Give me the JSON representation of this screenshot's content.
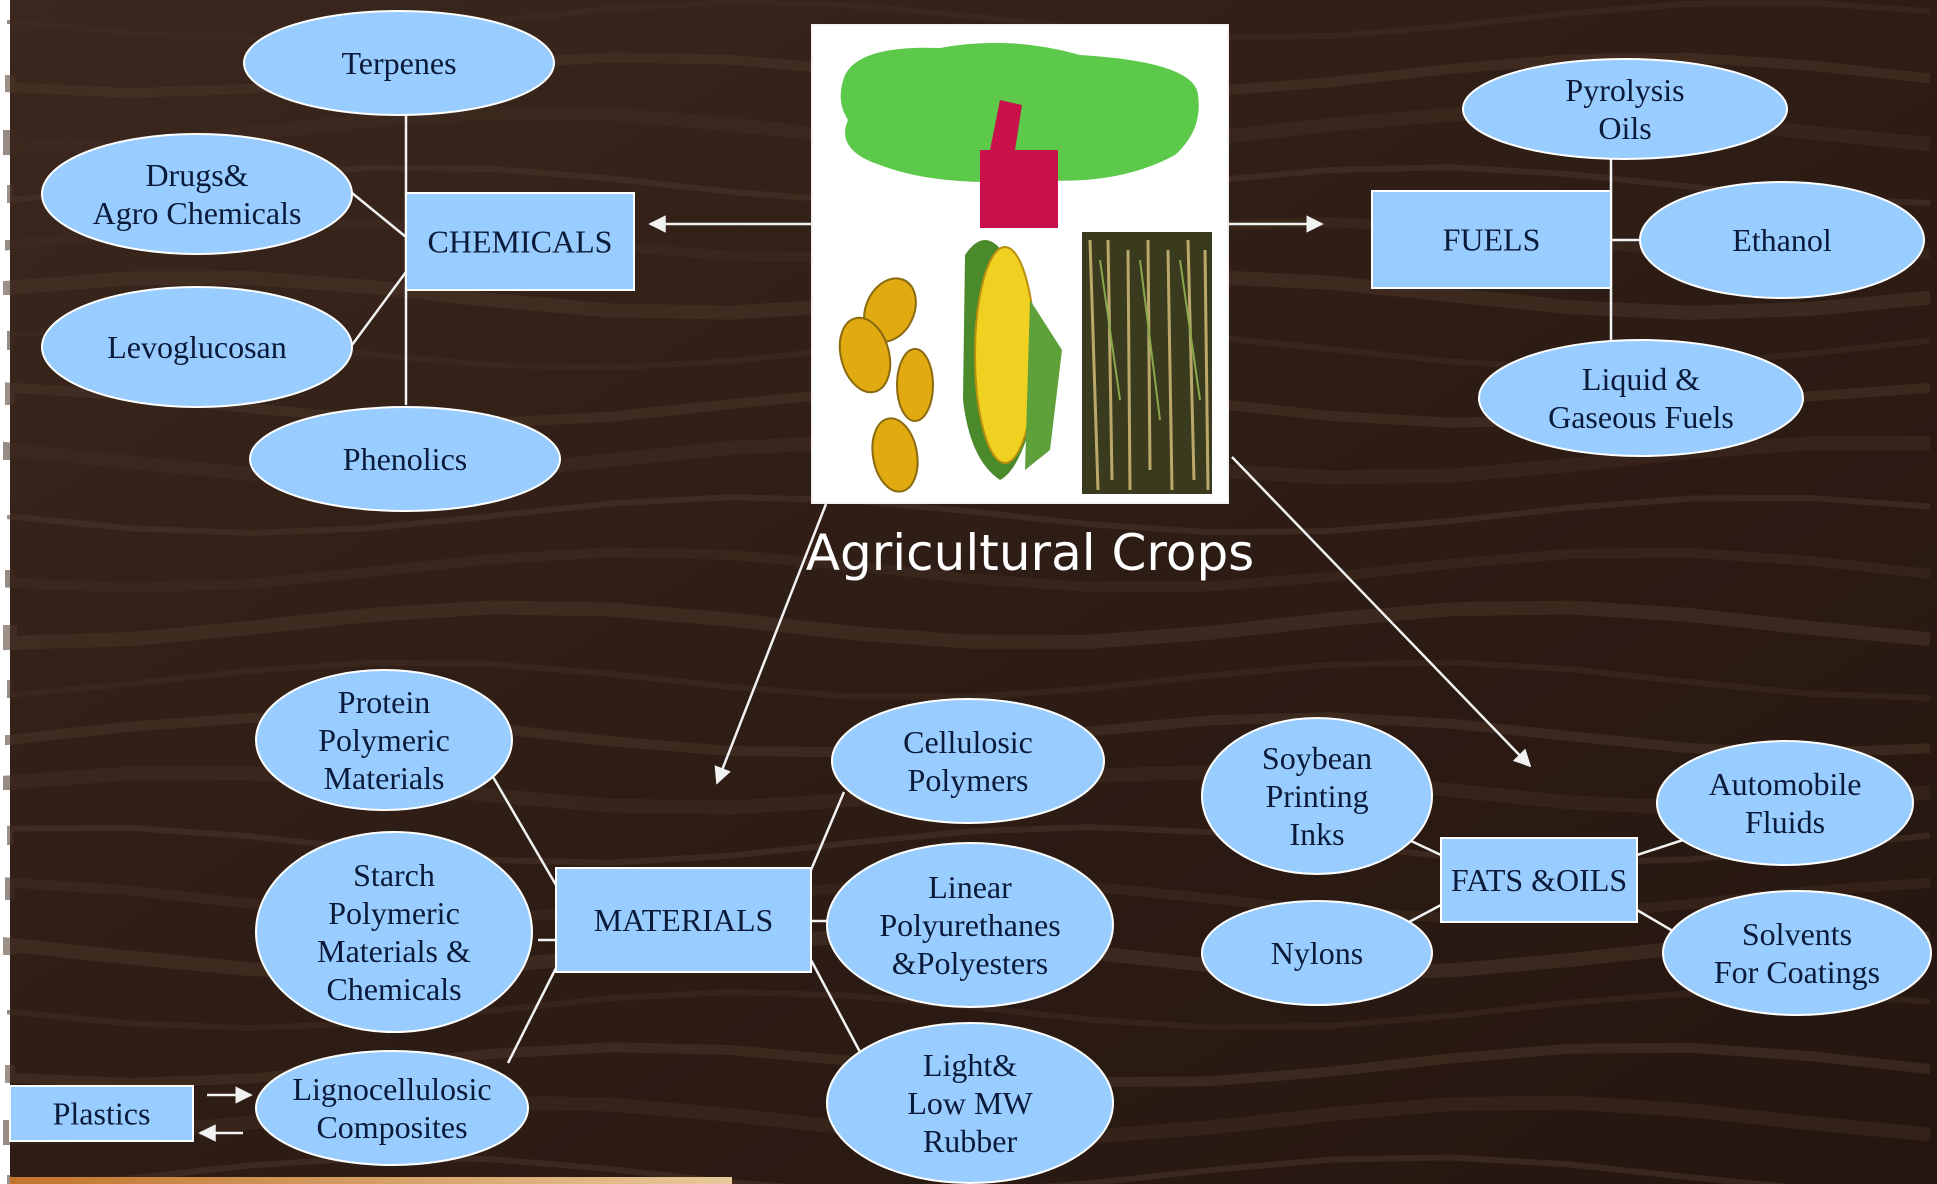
{
  "colors": {
    "node_fill": "#99ccff",
    "node_stroke": "#ffffff",
    "text": "#0a1a3a",
    "wood_dark": "#2a1a12",
    "wood_light": "#4a3428",
    "caption": "#ffffff",
    "connector": "#f2f2f2"
  },
  "center": {
    "caption": "Agricultural Crops",
    "images": [
      "tree-icon",
      "seeds-icon",
      "corn-icon",
      "rice-icon"
    ]
  },
  "chemicals": {
    "hub": "CHEMICALS",
    "items": [
      {
        "lines": [
          "Terpenes"
        ]
      },
      {
        "lines": [
          "Drugs&",
          "Agro Chemicals"
        ]
      },
      {
        "lines": [
          "Levoglucosan"
        ]
      },
      {
        "lines": [
          "Phenolics"
        ]
      }
    ]
  },
  "fuels": {
    "hub": "FUELS",
    "items": [
      {
        "lines": [
          "Pyrolysis",
          "Oils"
        ]
      },
      {
        "lines": [
          "Ethanol"
        ]
      },
      {
        "lines": [
          "Liquid &",
          "Gaseous Fuels"
        ]
      }
    ]
  },
  "materials": {
    "hub": "MATERIALS",
    "items": [
      {
        "lines": [
          "Protein",
          "Polymeric",
          "Materials"
        ]
      },
      {
        "lines": [
          "Starch",
          "Polymeric",
          "Materials &",
          "Chemicals"
        ]
      },
      {
        "lines": [
          "Lignocellulosic",
          "Composites"
        ]
      },
      {
        "lines": [
          "Cellulosic",
          "Polymers"
        ]
      },
      {
        "lines": [
          "Linear",
          "Polyurethanes",
          "&Polyesters"
        ]
      },
      {
        "lines": [
          "Light&",
          "Low MW",
          "Rubber"
        ]
      }
    ],
    "side_box": "Plastics"
  },
  "fats": {
    "hub": "FATS &OILS",
    "items": [
      {
        "lines": [
          "Soybean",
          "Printing",
          "Inks"
        ]
      },
      {
        "lines": [
          "Nylons"
        ]
      },
      {
        "lines": [
          "Automobile",
          "Fluids"
        ]
      },
      {
        "lines": [
          "Solvents",
          "For Coatings"
        ]
      }
    ]
  }
}
